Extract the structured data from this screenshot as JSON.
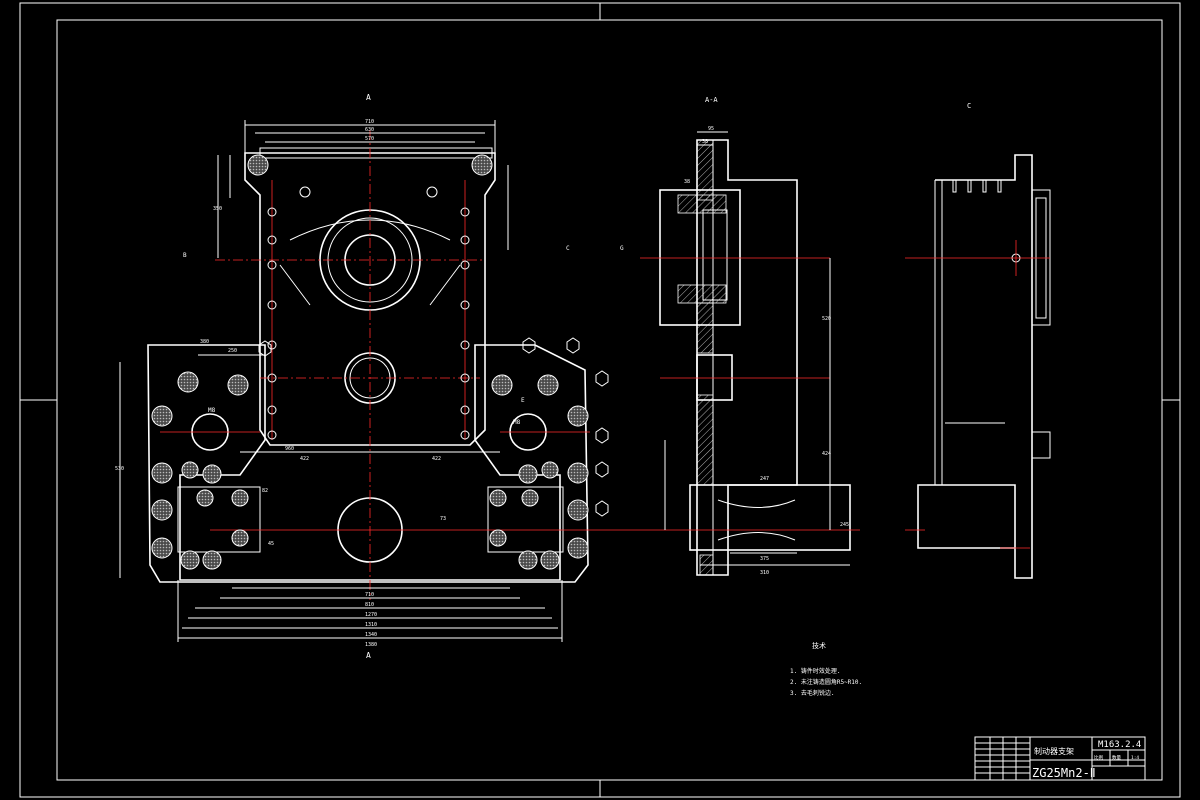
{
  "views": {
    "section_a_top": "A",
    "section_a_bottom": "A",
    "section_aa": "A-A",
    "view_c": "C",
    "mark_b": "B",
    "mark_c": "C",
    "mark_g": "G",
    "mark_e": "E"
  },
  "dimensions": {
    "top_widths": [
      "710",
      "630",
      "570"
    ],
    "bottom_widths": [
      "710",
      "810",
      "1270",
      "1310",
      "1340",
      "1380"
    ],
    "left_heights": [
      "530",
      "350"
    ],
    "mid": [
      "960",
      "422",
      "422",
      "380",
      "250"
    ],
    "aa": [
      "95",
      "38",
      "38",
      "520",
      "424",
      "375",
      "310",
      "247",
      "245"
    ],
    "misc": [
      "M8",
      "M8",
      "82",
      "73",
      "45"
    ]
  },
  "notes": {
    "heading": "技术",
    "items": [
      "1. 铸件时效处理.",
      "2. 未注铸造圆角R5~R10.",
      "3. 去毛刺锐边."
    ]
  },
  "title_block": {
    "drawing_no": "M163.2.4",
    "part_name": "制动器支架",
    "material": "ZG25Mn2-Ⅱ",
    "scale_cells": [
      "比例",
      "数量",
      "1:4"
    ]
  },
  "colors": {
    "lines": "#ffffff",
    "centerlines": "#ff2a2a",
    "background": "#000000"
  }
}
